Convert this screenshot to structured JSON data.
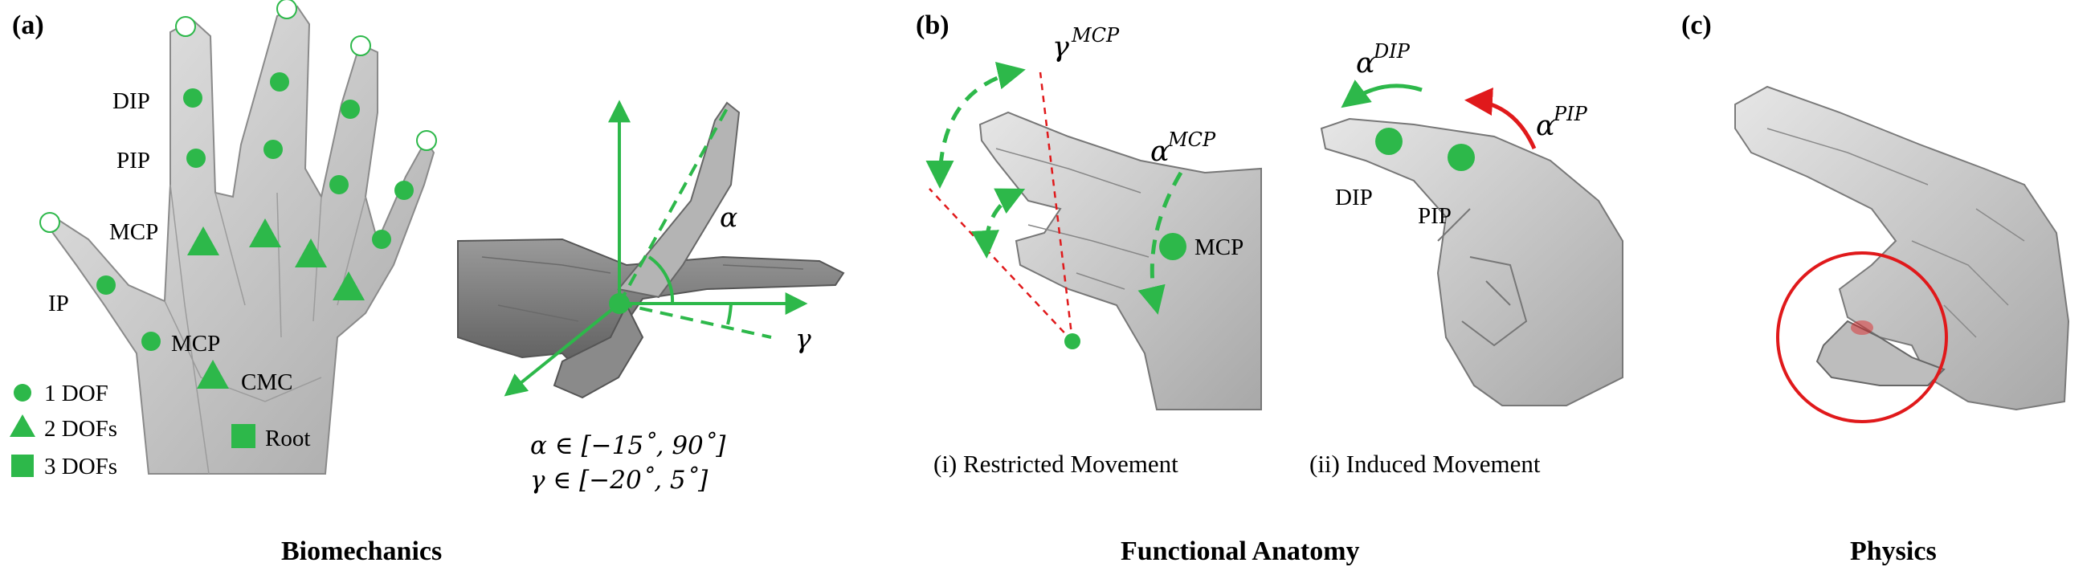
{
  "panels": {
    "a": {
      "tag": "(a)",
      "caption": "Biomechanics"
    },
    "b": {
      "tag": "(b)",
      "caption": "Functional Anatomy"
    },
    "c": {
      "tag": "(c)",
      "caption": "Physics"
    }
  },
  "hand_labels": {
    "dip": "DIP",
    "pip": "PIP",
    "mcp_upper": "MCP",
    "ip": "IP",
    "mcp_lower": "MCP",
    "cmc": "CMC"
  },
  "legend": {
    "one_dof": "1 DOF",
    "two_dofs": "2 DOFs",
    "three_dofs": "3 DOFs",
    "root": "Root"
  },
  "angles": {
    "alpha": "α",
    "gamma": "γ",
    "alpha_range": "α ∈ [−15˚, 90˚]",
    "gamma_range": "γ ∈ [−20˚, 5˚]"
  },
  "functional": {
    "gamma_mcp": "γ",
    "gamma_mcp_sup": "MCP",
    "alpha_mcp": "α",
    "alpha_mcp_sup": "MCP",
    "mcp_label": "MCP",
    "alpha_dip": "α",
    "alpha_dip_sup": "DIP",
    "alpha_pip": "α",
    "alpha_pip_sup": "PIP",
    "dip_label": "DIP",
    "pip_label": "PIP",
    "sub_i": "(i) Restricted Movement",
    "sub_ii": "(ii) Induced Movement"
  },
  "colors": {
    "joint_green": "#2db84a",
    "contact_red": "#e0191b",
    "mesh_gray": "#c8c8c8"
  }
}
